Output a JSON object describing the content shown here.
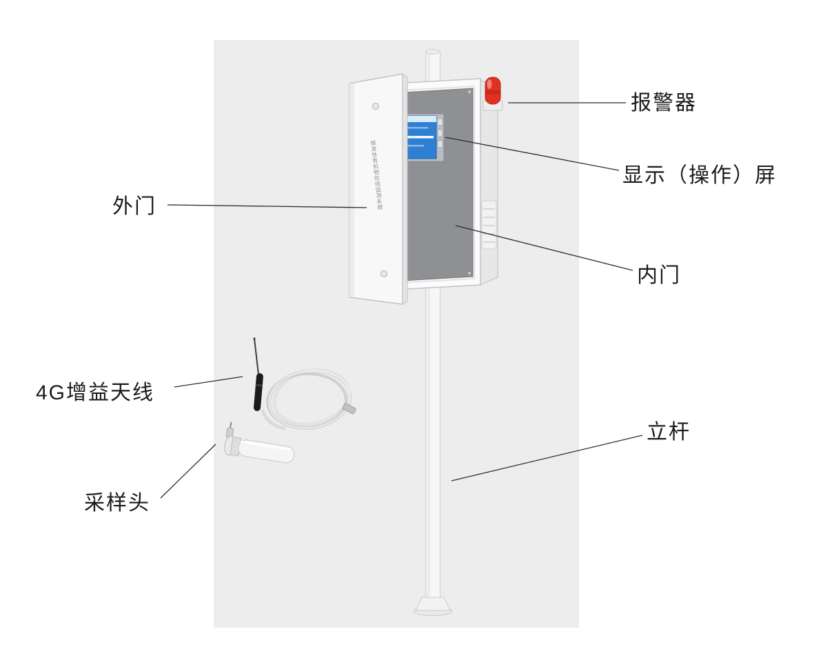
{
  "page": {
    "background_color": "#ffffff",
    "panel_color": "#ededed"
  },
  "diagram": {
    "labels": {
      "alarm": "报警器",
      "display_screen": "显示（操作）屏",
      "outer_door": "外门",
      "inner_door": "内门",
      "antenna_4g": "4G增益天线",
      "pole": "立杆",
      "sampling_head": "采样头"
    },
    "device": {
      "door_vertical_text": "挥发性有机物在线监测系统"
    },
    "colors": {
      "alarm_red": "#e2301f",
      "screen_blue": "#2f80d2",
      "screen_header": "#d9ecfa",
      "inner_panel_gray": "#8e9093",
      "callout_line": "#2b2b2b"
    }
  }
}
